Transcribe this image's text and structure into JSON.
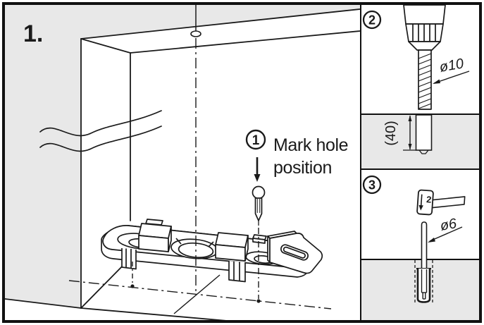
{
  "figure": {
    "colors": {
      "line": "#1a1a1a",
      "panel_gray": "#e8e8e8",
      "background": "#ffffff"
    },
    "main_panel": {
      "step_label": "1.",
      "callout": {
        "number": "1",
        "text_line1": "Mark hole",
        "text_line2": "position"
      }
    },
    "drill_panel": {
      "number": "2",
      "diameter_label": "ø10"
    },
    "depth_panel": {
      "depth_label": "(40)"
    },
    "hammer_panel": {
      "number": "3",
      "strike_step_label": "2",
      "diameter_label": "ø6"
    }
  }
}
